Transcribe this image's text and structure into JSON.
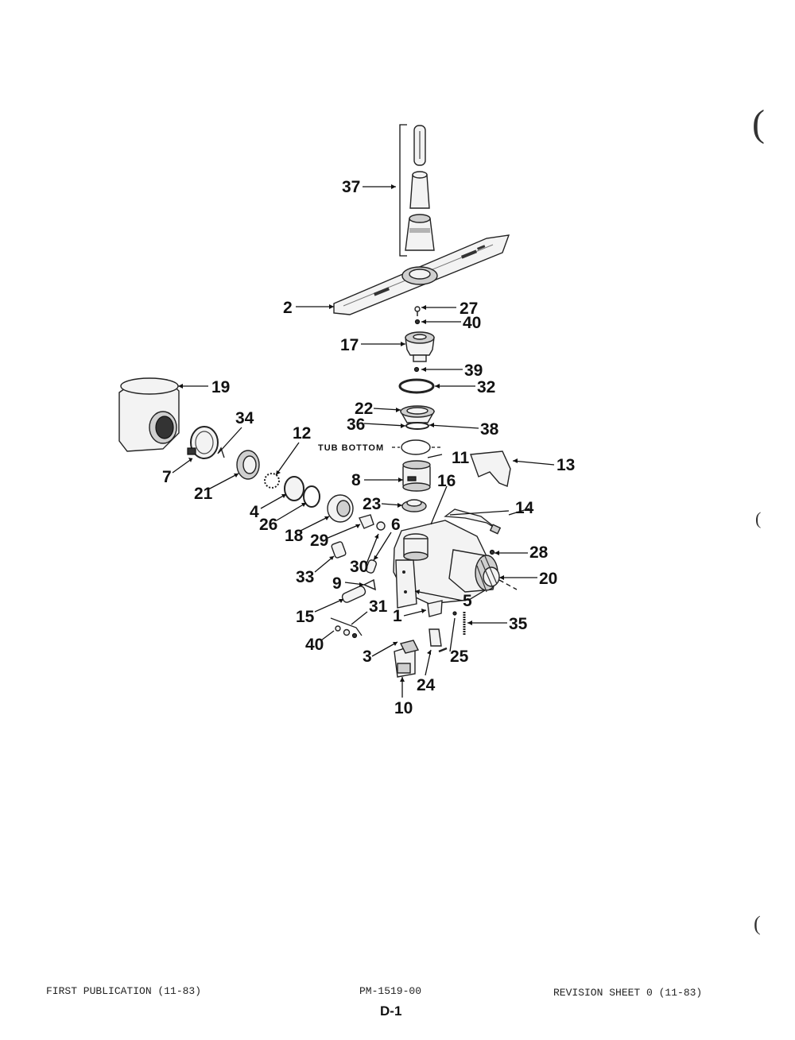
{
  "diagram": {
    "callouts": {
      "c1": "1",
      "c2": "2",
      "c3": "3",
      "c4": "4",
      "c5": "5",
      "c6": "6",
      "c7": "7",
      "c8": "8",
      "c9": "9",
      "c10": "10",
      "c11": "11",
      "c12": "12",
      "c13": "13",
      "c14": "14",
      "c15": "15",
      "c16": "16",
      "c17": "17",
      "c18": "18",
      "c19": "19",
      "c20": "20",
      "c21": "21",
      "c22": "22",
      "c23": "23",
      "c24": "24",
      "c25": "25",
      "c26": "26",
      "c27": "27",
      "c28": "28",
      "c29": "29",
      "c30": "30",
      "c31": "31",
      "c32": "32",
      "c33": "33",
      "c34": "34",
      "c35": "35",
      "c36": "36",
      "c37": "37",
      "c38": "38",
      "c39": "39",
      "c40a": "40",
      "c40b": "40"
    },
    "tub_bottom_label": "TUB BOTTOM"
  },
  "footer": {
    "left": "FIRST PUBLICATION (11-83)",
    "center": "PM-1519-00",
    "right": "REVISION SHEET 0 (11-83)"
  },
  "page_number": "D-1"
}
